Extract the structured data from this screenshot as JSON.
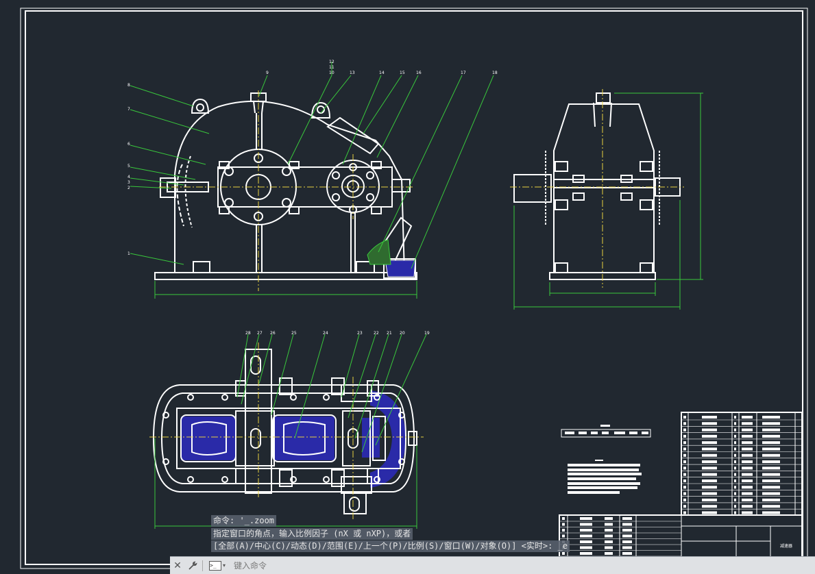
{
  "drawing": {
    "part_numbers_top": [
      "1",
      "2",
      "3",
      "4",
      "5",
      "6",
      "7",
      "8",
      "9",
      "10",
      "11",
      "12",
      "13",
      "14",
      "15",
      "16",
      "17",
      "18"
    ],
    "part_numbers_plan": [
      "19",
      "20",
      "21",
      "22",
      "23",
      "24",
      "25",
      "26",
      "27",
      "28"
    ],
    "colors": {
      "background": "#212830",
      "lines": "#ffffff",
      "leaders": "#39c83c",
      "centerlines": "#e8d040",
      "dimensions": "#39c83c",
      "hatch": "#2a2aa8"
    },
    "title_block_text": "减速器"
  },
  "command_history": [
    "命令: '_.zoom",
    "指定窗口的角点，输入比例因子 (nX 或 nXP)，或者",
    "[全部(A)/中心(C)/动态(D)/范围(E)/上一个(P)/比例(S)/窗口(W)/对象(O)] <实时>: _e"
  ],
  "command_bar": {
    "placeholder": "键入命令",
    "close_icon": "close-icon",
    "customize_icon": "wrench-icon",
    "prompt_icon": "command-prompt-icon"
  }
}
